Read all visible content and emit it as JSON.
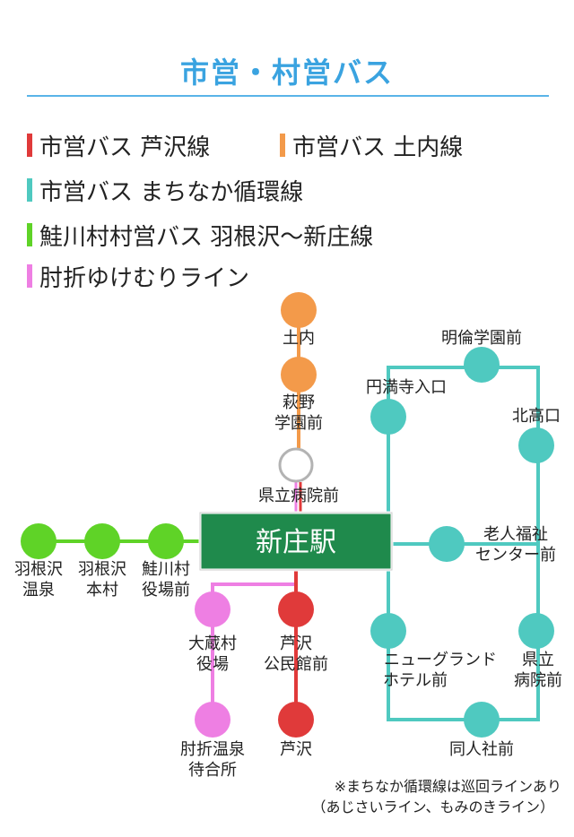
{
  "title": "市営・村営バス",
  "legend": [
    {
      "label": "市営バス 芦沢線",
      "color": "#e03a3a"
    },
    {
      "label": "市営バス 土内線",
      "color": "#f39a4a"
    },
    {
      "label": "市営バス まちなか循環線",
      "color": "#4fc9c0"
    },
    {
      "label": "鮭川村村営バス 羽根沢〜新庄線",
      "color": "#5fd327"
    },
    {
      "label": "肘折ゆけむりライン",
      "color": "#ee7fe3"
    }
  ],
  "hub": {
    "label": "新庄駅",
    "color": "#1f8a4c"
  },
  "stations": {
    "donai": "土内",
    "hagino": [
      "萩野",
      "学園前"
    ],
    "kenritsu_byoin_mae": "県立病院前",
    "haneza_onsen": [
      "羽根沢",
      "温泉"
    ],
    "haneza_honmura": [
      "羽根沢",
      "本村"
    ],
    "sakegawa_yakuba": [
      "鮭川村",
      "役場前"
    ],
    "okura_yakuba": [
      "大蔵村",
      "役場"
    ],
    "hijiori_onsen": [
      "肘折温泉",
      "待合所"
    ],
    "ashizawa_kominkan": [
      "芦沢",
      "公民館前"
    ],
    "ashizawa": "芦沢",
    "meirin_gakuen": "明倫学園前",
    "enmanji": "円満寺入口",
    "kitataka": "北高口",
    "rojin_fukushi": [
      "老人福祉",
      "センター前"
    ],
    "new_grand": [
      "ニューグランド",
      "ホテル前"
    ],
    "kenritsu_byoin": [
      "県立",
      "病院前"
    ],
    "dojinsha": "同人社前"
  },
  "note": [
    "※まちなか循環線は巡回ラインあり",
    "（あじさいライン、もみのきライン）"
  ]
}
